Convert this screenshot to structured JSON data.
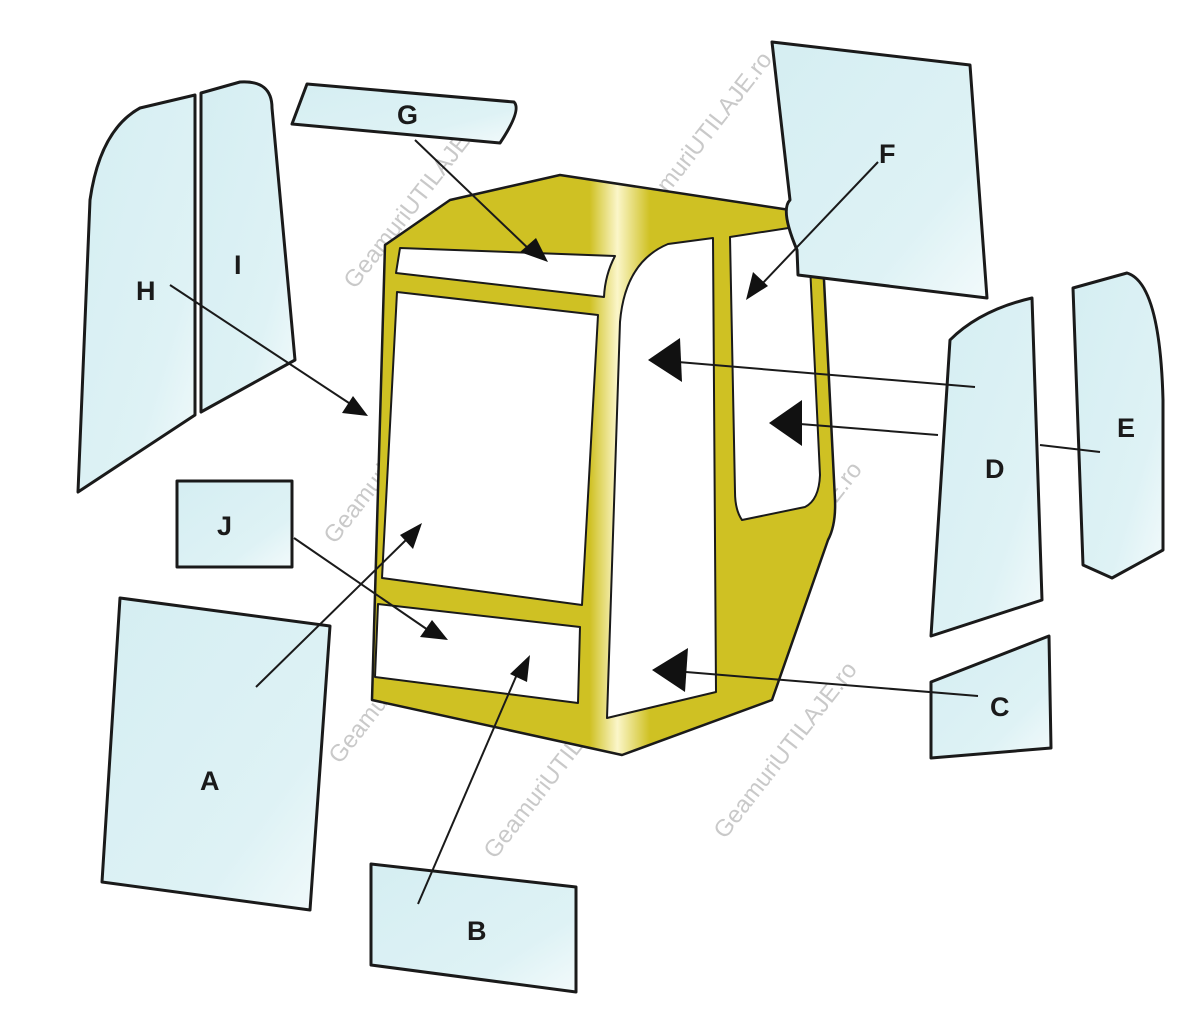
{
  "watermark": "GeamuriUTILAJE.ro",
  "colors": {
    "glass": "#d5eef2",
    "glass_light": "#f2fafb",
    "cab": "#cfc123",
    "cab_highlight": "#fbf6c9",
    "outline": "#1a1a1a",
    "watermark": "#b8b8b8"
  },
  "labels": {
    "a": "A",
    "b": "B",
    "c": "C",
    "d": "D",
    "e": "E",
    "f": "F",
    "g": "G",
    "h": "H",
    "i": "I",
    "j": "J"
  }
}
